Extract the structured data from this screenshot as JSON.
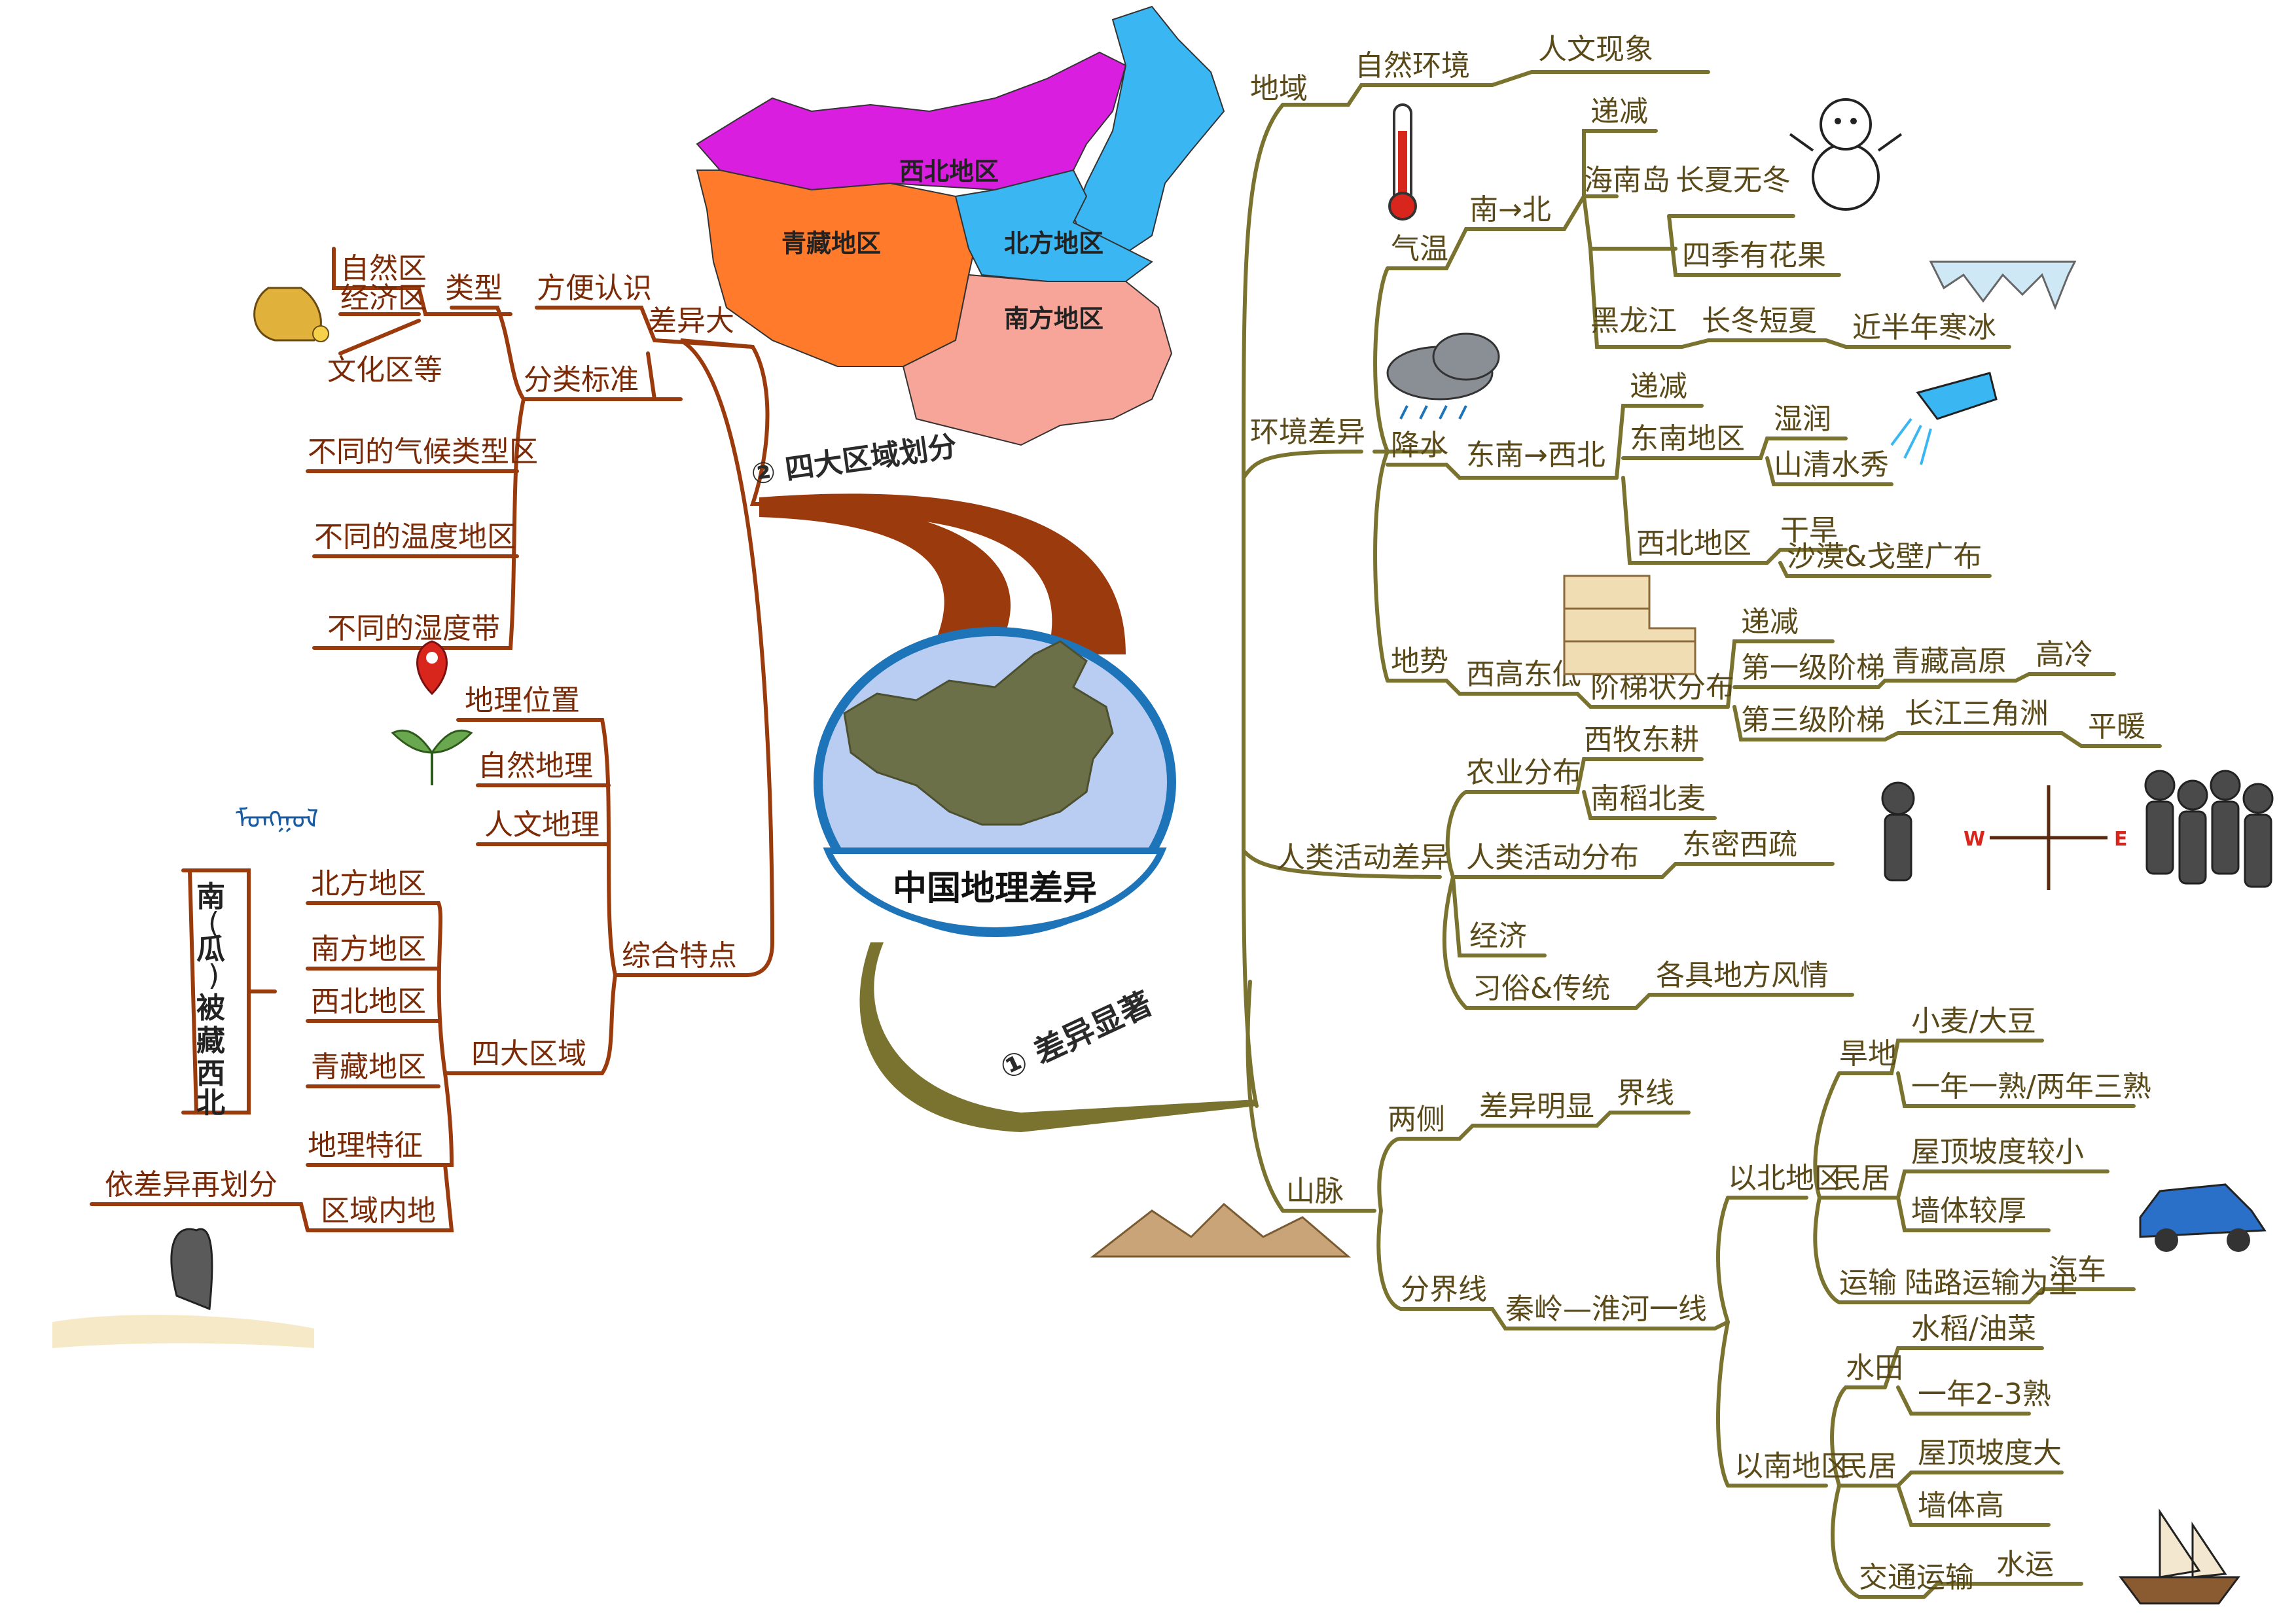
{
  "center": {
    "title": "中国地理差异"
  },
  "colors": {
    "branch1": "#7a7330",
    "branch2": "#9b3a0c",
    "circle_ring": "#1e74b8",
    "circle_fill": "#b9cdf2"
  },
  "map": {
    "regions": [
      "西北地区",
      "青藏地区",
      "北方地区",
      "南方地区"
    ]
  },
  "branch1": {
    "label": "① 差异显著",
    "region_row": [
      "地域",
      "自然环境",
      "人文现象"
    ],
    "env": {
      "label": "环境差异",
      "temp": {
        "label": "气温",
        "dir": "南→北",
        "decrease": "递减",
        "hainan": "海南岛",
        "hainan_a": "长夏无冬",
        "hainan_b": "四季有花果",
        "heilong": "黑龙江",
        "heilong_a": "长冬短夏",
        "heilong_b": "近半年寒冰"
      },
      "rain": {
        "label": "降水",
        "dir": "东南→西北",
        "decrease": "递减",
        "se": "东南地区",
        "se_a": "湿润",
        "se_b": "山清水秀",
        "nw": "西北地区",
        "nw_a": "干旱",
        "nw_b": "沙漠&戈壁广布"
      },
      "terrain": {
        "label": "地势",
        "dir": "西高东低",
        "stair": "阶梯状分布",
        "decrease": "递减",
        "first": "第一级阶梯",
        "first_a": "青藏高原",
        "first_b": "高冷",
        "third": "第三级阶梯",
        "third_a": "长江三角洲",
        "third_b": "平暖"
      }
    },
    "human": {
      "label": "人类活动差异",
      "agri": "农业分布",
      "agri_a": "西牧东耕",
      "agri_b": "南稻北麦",
      "act": "人类活动分布",
      "act_a": "东密西疏",
      "econ": "经济",
      "custom": "习俗&传统",
      "custom_a": "各具地方风情",
      "compass_w": "W",
      "compass_e": "E"
    },
    "mountain": {
      "label": "山脉",
      "sides": "两侧",
      "sides_a": "差异明显",
      "sides_b": "界线",
      "boundary": "分界线",
      "qinling": "秦岭—淮河一线",
      "north": "以北地区",
      "n_dry": "旱地",
      "n_dry_a": "小麦/大豆",
      "n_dry_b": "一年一熟/两年三熟",
      "n_house": "民居",
      "n_house_a": "屋顶坡度较小",
      "n_house_b": "墙体较厚",
      "n_trans": "运输",
      "n_trans_a": "陆路运输为主",
      "n_trans_b": "汽车",
      "south": "以南地区",
      "s_field": "水田",
      "s_field_a": "水稻/油菜",
      "s_field_b": "一年2-3熟",
      "s_house": "民居",
      "s_house_a": "屋顶坡度大",
      "s_house_b": "墙体高",
      "s_trans": "交通运输",
      "s_trans_a": "水运"
    }
  },
  "branch2": {
    "label": "② 四大区域划分",
    "diff": "差异大",
    "diff_a": "方便认识",
    "cls": "分类标准",
    "cls_type": "类型",
    "cls_types": [
      "自然区",
      "经济区",
      "文化区等"
    ],
    "cls_items": [
      "不同的气候类型区",
      "不同的温度地区",
      "不同的湿度带"
    ],
    "comp": "综合特点",
    "comp_items": [
      "地理位置",
      "自然地理",
      "人文地理"
    ],
    "mongol": "ᠮᠣᠩᠭᠣᠯ",
    "four": "四大区域",
    "four_items": [
      "北方地区",
      "南方地区",
      "西北地区",
      "青藏地区"
    ],
    "four_note": [
      "南",
      "(",
      "瓜",
      ")",
      "被",
      "藏",
      "西",
      "北"
    ],
    "feat": "地理特征",
    "inner": "区域内地",
    "inner_a": "依差异再划分"
  }
}
